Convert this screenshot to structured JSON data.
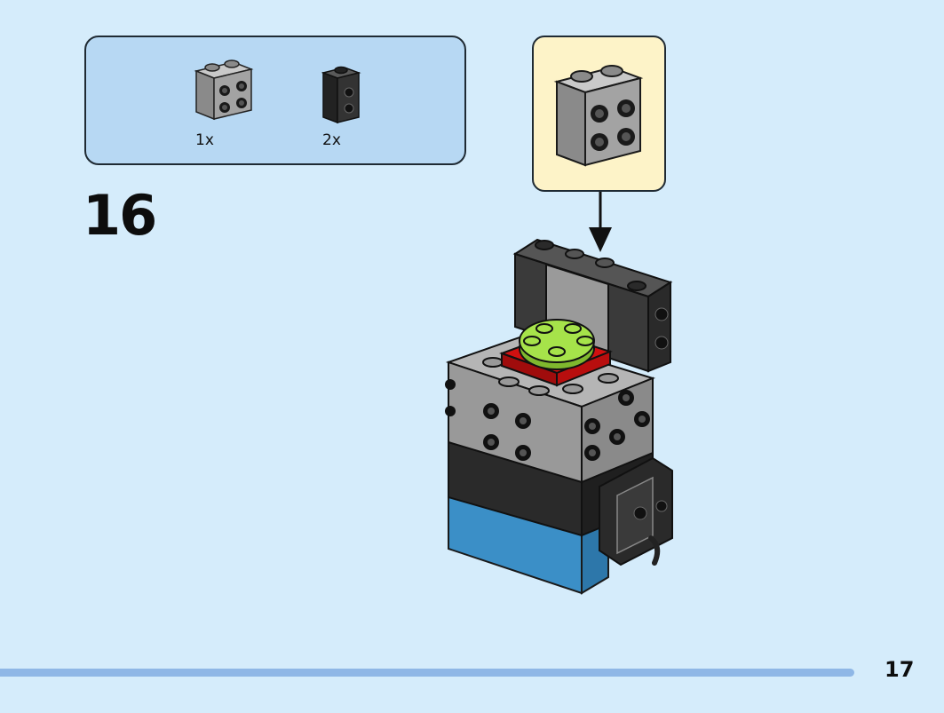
{
  "step": {
    "number": "16"
  },
  "parts_list": [
    {
      "name": "brick-1x2-studs-side-light-gray",
      "quantity": "1x",
      "color": "#9a9a9a"
    },
    {
      "name": "brick-1x1-studs-side-black",
      "quantity": "2x",
      "color": "#2e2e2e"
    }
  ],
  "callout": {
    "part": "brick-1x2-studs-side-light-gray"
  },
  "page": {
    "number": "17",
    "progress": 0.905
  },
  "colors": {
    "background": "#d5ecfb",
    "parts_panel": "#b7d8f3",
    "callout": "#fdf3c8",
    "light_gray": "#9a9a9a",
    "black": "#2e2e2e",
    "red": "#d01010",
    "lime": "#a6e34a",
    "blue": "#3b8fc7",
    "progress": "#8fb7e6"
  }
}
